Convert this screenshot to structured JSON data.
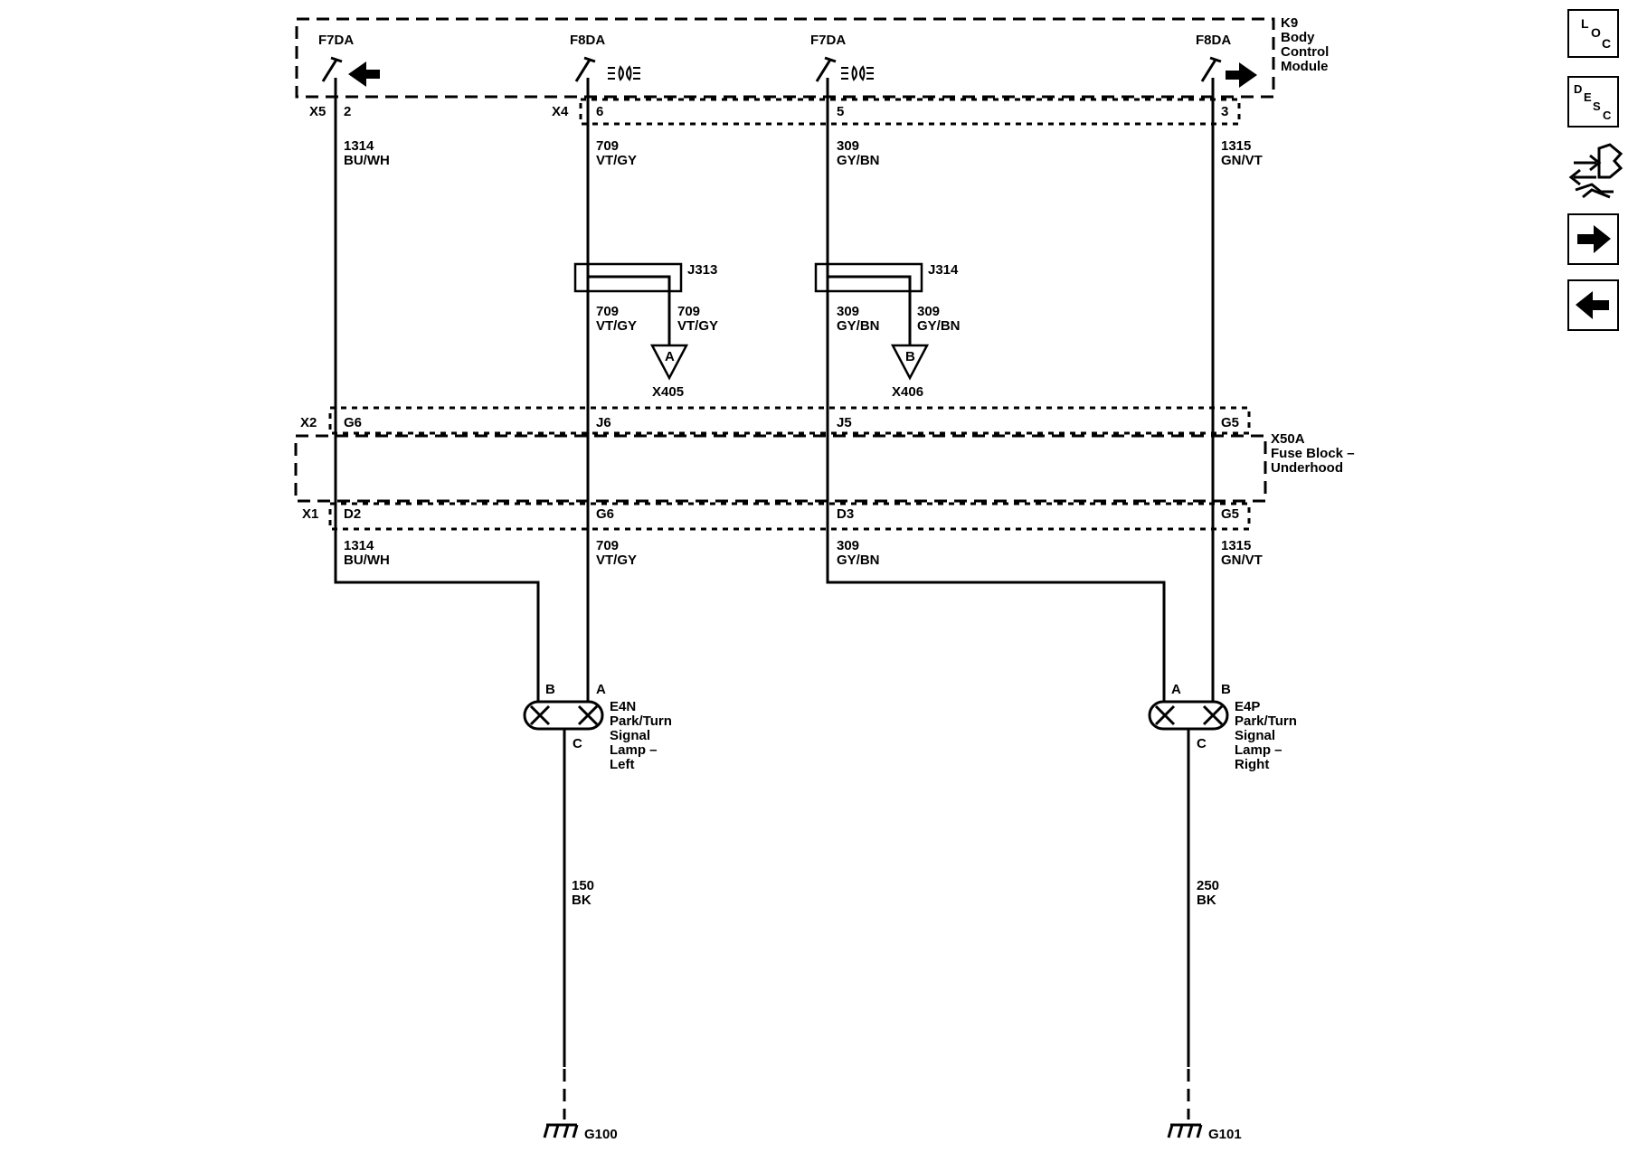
{
  "module": {
    "ref": "K9",
    "name_lines": [
      "Body",
      "Control",
      "Module"
    ],
    "switches": [
      {
        "label": "F7DA",
        "icon": "left-turn-arrow-icon"
      },
      {
        "label": "F8DA",
        "icon": "park-lamp-icon"
      },
      {
        "label": "F7DA",
        "icon": "park-lamp-icon"
      },
      {
        "label": "F8DA",
        "icon": "right-turn-arrow-icon"
      }
    ],
    "connectors": [
      {
        "name": "X5",
        "pin": "2"
      },
      {
        "name": "X4",
        "pin": "6"
      },
      {
        "name": "",
        "pin": "5"
      },
      {
        "name": "",
        "pin": "3"
      }
    ]
  },
  "circuits": {
    "upper": [
      {
        "number": "1314",
        "color": "BU/WH"
      },
      {
        "number": "709",
        "color": "VT/GY"
      },
      {
        "number": "309",
        "color": "GY/BN"
      },
      {
        "number": "1315",
        "color": "GN/VT"
      }
    ],
    "lower": [
      {
        "number": "1314",
        "color": "BU/WH"
      },
      {
        "number": "709",
        "color": "VT/GY"
      },
      {
        "number": "309",
        "color": "GY/BN"
      },
      {
        "number": "1315",
        "color": "GN/VT"
      }
    ]
  },
  "splices": [
    {
      "ref": "J313",
      "left": {
        "number": "709",
        "color": "VT/GY"
      },
      "right": {
        "number": "709",
        "color": "VT/GY"
      },
      "arrow_letter": "A",
      "connector": "X405"
    },
    {
      "ref": "J314",
      "left": {
        "number": "309",
        "color": "GY/BN"
      },
      "right": {
        "number": "309",
        "color": "GY/BN"
      },
      "arrow_letter": "B",
      "connector": "X406"
    }
  ],
  "fuse_block": {
    "ref": "X50A",
    "name_lines": [
      "Fuse Block –",
      "Underhood"
    ],
    "x2": {
      "name": "X2",
      "pins": [
        "G6",
        "J6",
        "J5",
        "G5"
      ]
    },
    "x1": {
      "name": "X1",
      "pins": [
        "D2",
        "G6",
        "D3",
        "G5"
      ]
    }
  },
  "lamps": [
    {
      "ref": "E4N",
      "name_lines": [
        "Park/Turn",
        "Signal",
        "Lamp –",
        "Left"
      ],
      "pin_left": "B",
      "pin_right": "A",
      "pin_ground": "C",
      "ground_circuit": {
        "number": "150",
        "color": "BK"
      },
      "ground": "G100"
    },
    {
      "ref": "E4P",
      "name_lines": [
        "Park/Turn",
        "Signal",
        "Lamp –",
        "Right"
      ],
      "pin_left": "A",
      "pin_right": "B",
      "pin_ground": "C",
      "ground_circuit": {
        "number": "250",
        "color": "BK"
      },
      "ground": "G101"
    }
  ],
  "nav_icons": [
    "loc-icon",
    "desc-icon",
    "connector-tool-icon",
    "next-arrow-icon",
    "previous-arrow-icon"
  ]
}
